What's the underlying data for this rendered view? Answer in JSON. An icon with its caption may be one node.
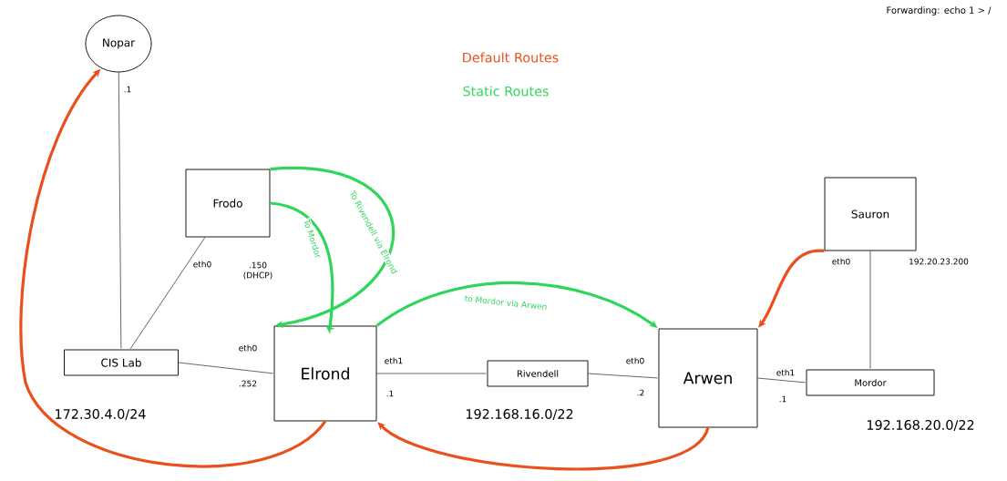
{
  "diagram": {
    "nodes": [
      {
        "text": [
          "Nopar"
        ]
      },
      {
        "text": [
          "Frodo"
        ]
      },
      {
        "text": [
          "CIS Lab"
        ]
      },
      {
        "text": [
          "Elrond"
        ]
      },
      {
        "text": [
          "Rivendell"
        ]
      },
      {
        "text": [
          "Arwen"
        ]
      },
      {
        "text": [
          "Mordor"
        ]
      },
      {
        "text": [
          "Sauron"
        ]
      }
    ],
    "edges": [
      {
        "from": 0,
        "to": 2,
        "arrow": "none"
      },
      {
        "from": 1,
        "to": 2,
        "arrow": "none"
      },
      {
        "from": 2,
        "to": 3,
        "arrow": "none"
      },
      {
        "from": 3,
        "to": 4,
        "arrow": "none"
      },
      {
        "from": 4,
        "to": 5,
        "arrow": "none"
      },
      {
        "from": 5,
        "to": 6,
        "arrow": "none"
      },
      {
        "from": 7,
        "to": 6,
        "arrow": "none"
      },
      {
        "from": 3,
        "to": 0,
        "arrow": "to",
        "style": "thick",
        "color": "#e8501e"
      },
      {
        "from": 5,
        "to": 3,
        "arrow": "to",
        "style": "thick",
        "color": "#e8501e"
      },
      {
        "from": 7,
        "to": 5,
        "arrow": "to",
        "style": "thick",
        "color": "#e8501e"
      },
      {
        "from": 1,
        "to": 3,
        "arrow": "to",
        "style": "thick",
        "color": "#2ed65a",
        "label": "To Rivendell via Elrond"
      },
      {
        "from": 1,
        "to": 3,
        "arrow": "to",
        "style": "thick",
        "color": "#2ed65a",
        "label": "To Mordor"
      },
      {
        "from": 3,
        "to": 5,
        "arrow": "to",
        "style": "thick",
        "color": "#2ed65a",
        "label": "to Mordor via Arwen"
      }
    ],
    "labels": [
      ".1",
      "eth0",
      ".150 (DHCP)",
      "eth0",
      ".252",
      "172.30.4.0/24",
      "eth1",
      ".1",
      "192.168.16.0/22",
      "eth0",
      ".2",
      "eth1",
      ".1",
      "192.168.20.0/22",
      "eth0",
      "192.20.23.200",
      "Forwarding: echo 1 > /"
    ],
    "legend": [
      {
        "text": "Default Routes",
        "color": "#e8501e"
      },
      {
        "text": "Static Routes",
        "color": "#2ed65a"
      }
    ]
  }
}
